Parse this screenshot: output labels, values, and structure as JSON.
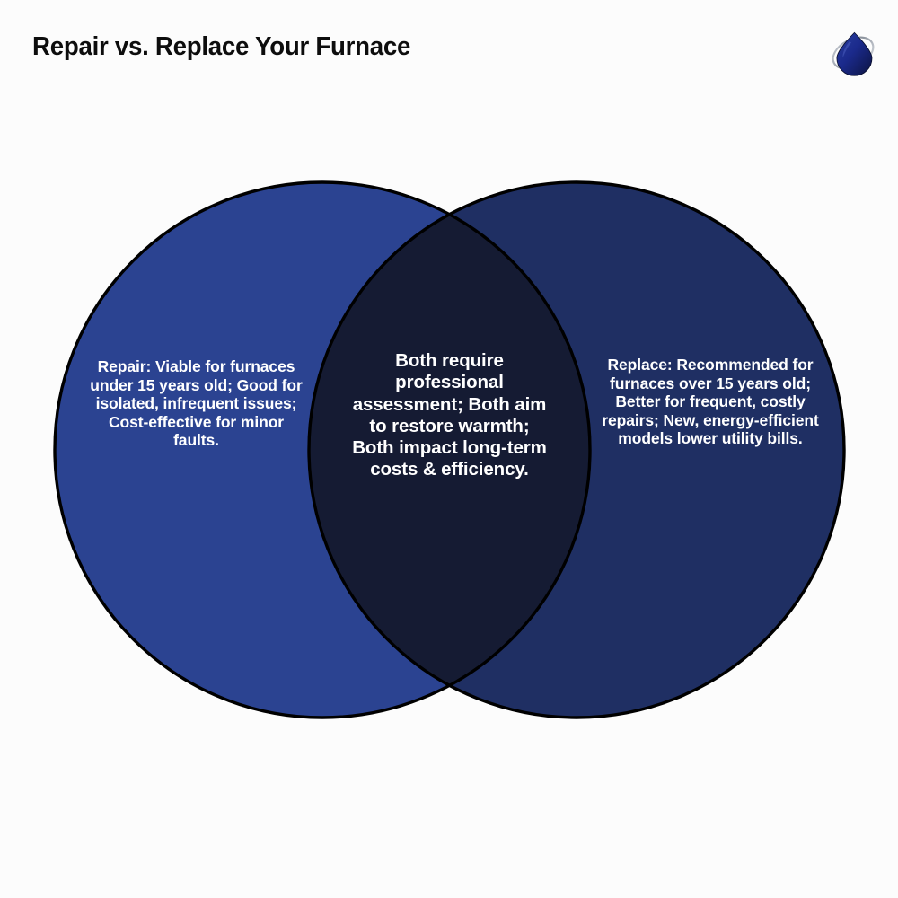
{
  "header": {
    "title": "Repair vs. Replace Your Furnace",
    "logo_name": "water-drop-logo"
  },
  "colors": {
    "background": "#fcfcfc",
    "title_text": "#0d0d0d",
    "left_circle_fill": "#2b4391",
    "right_circle_fill": "#1f2f63",
    "intersection_fill": "#151b33",
    "circle_stroke": "#000000",
    "label_text": "#ffffff",
    "logo_drop": "#1f2f8f",
    "logo_swoosh": "#9aa0a8"
  },
  "diagram": {
    "type": "venn",
    "sets": 2,
    "left": {
      "name": "repair",
      "text": "Repair: Viable for furnaces under 15 years old; Good for isolated, infrequent issues; Cost-effective for minor faults.",
      "items": [
        "Viable for furnaces under 15 years old",
        "Good for isolated, infrequent issues",
        "Cost-effective for minor faults"
      ]
    },
    "center": {
      "name": "both",
      "text": "Both require professional assessment; Both aim to restore warmth; Both impact long-term costs & efficiency.",
      "items": [
        "Both require professional assessment",
        "Both aim to restore warmth",
        "Both impact long-term costs & efficiency"
      ]
    },
    "right": {
      "name": "replace",
      "text": "Replace: Recommended for furnaces over 15 years old; Better for frequent, costly repairs; New, energy-efficient models lower utility bills.",
      "items": [
        "Recommended for furnaces over 15 years old",
        "Better for frequent, costly repairs",
        "New, energy-efficient models lower utility bills"
      ]
    }
  }
}
